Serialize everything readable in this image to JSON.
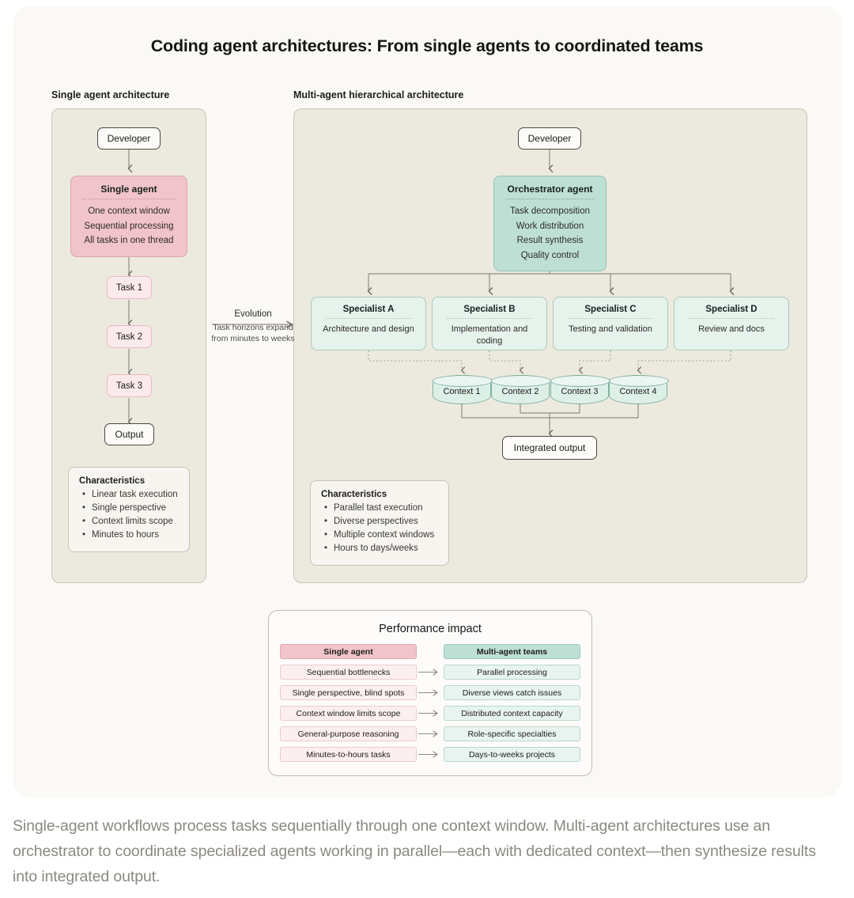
{
  "title": "Coding agent architectures: From single agents to coordinated teams",
  "panels": {
    "left_label": "Single agent architecture",
    "right_label": "Multi-agent hierarchical architecture"
  },
  "colors": {
    "card_bg": "#faf9f5",
    "panel_bg": "#eceadf",
    "pink": "#f1c4cb",
    "pink_light": "#fbeaec",
    "teal": "#bee0d4",
    "teal_light": "#e6f2ec",
    "cylinder": "#ddf0e8",
    "caption_text": "#8a8880"
  },
  "single_agent": {
    "developer": "Developer",
    "agent": {
      "header": "Single agent",
      "lines": [
        "One context window",
        "Sequential processing",
        "All tasks in one thread"
      ]
    },
    "tasks": [
      "Task 1",
      "Task 2",
      "Task 3"
    ],
    "output": "Output",
    "characteristics": {
      "title": "Characteristics",
      "items": [
        "Linear task execution",
        "Single perspective",
        "Context limits scope",
        "Minutes to hours"
      ]
    }
  },
  "evolution": {
    "label": "Evolution",
    "description": "Task horizons expand from minutes to weeks"
  },
  "multi_agent": {
    "developer": "Developer",
    "orchestrator": {
      "header": "Orchestrator agent",
      "lines": [
        "Task decomposition",
        "Work distribution",
        "Result synthesis",
        "Quality control"
      ]
    },
    "specialists": [
      {
        "header": "Specialist A",
        "role": "Architecture and design"
      },
      {
        "header": "Specialist B",
        "role": "Implementation and coding"
      },
      {
        "header": "Specialist C",
        "role": "Testing and validation"
      },
      {
        "header": "Specialist D",
        "role": "Review and docs"
      }
    ],
    "contexts": [
      "Context 1",
      "Context 2",
      "Context 3",
      "Context 4"
    ],
    "integrated_output": "Integrated output",
    "characteristics": {
      "title": "Characteristics",
      "items": [
        "Parallel tast execution",
        "Diverse perspectives",
        "Multiple context windows",
        "Hours to days/weeks"
      ]
    }
  },
  "performance": {
    "title": "Performance impact",
    "header_left": "Single agent",
    "header_right": "Multi-agent teams",
    "rows": [
      {
        "left": "Sequential bottlenecks",
        "right": "Parallel processing"
      },
      {
        "left": "Single perspective, blind spots",
        "right": "Diverse views catch issues"
      },
      {
        "left": "Context window limits scope",
        "right": "Distributed context capacity"
      },
      {
        "left": "General-purpose reasoning",
        "right": "Role-specific specialties"
      },
      {
        "left": "Minutes-to-hours tasks",
        "right": "Days-to-weeks projects"
      }
    ]
  },
  "caption": "Single-agent workflows process tasks sequentially through one context window. Multi-agent architectures use an orchestrator to coordinate specialized agents working in parallel—each with dedicated context—then synthesize results into integrated output."
}
